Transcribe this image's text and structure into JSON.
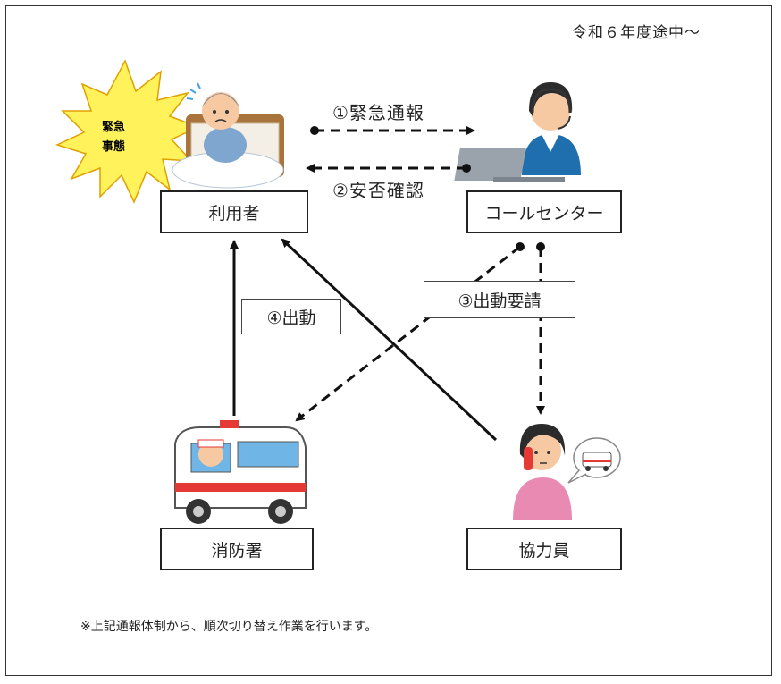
{
  "period_label": "令和６年度途中～",
  "nodes": {
    "user": "利用者",
    "call_center": "コールセンター",
    "fire_station": "消防署",
    "cooperator": "協力員"
  },
  "emergency_badge": {
    "line1": "緊急",
    "line2": "事態"
  },
  "steps": {
    "emergency_report": "①緊急通報",
    "safety_check": "②安否確認",
    "dispatch_request": "③出動要請",
    "dispatch": "④出動"
  },
  "note": "※上記通報体制から、順次切り替え作業を行います。",
  "colors": {
    "burst_fill": "#fff25a",
    "burst_stroke": "#e0a000",
    "line": "#111111"
  }
}
